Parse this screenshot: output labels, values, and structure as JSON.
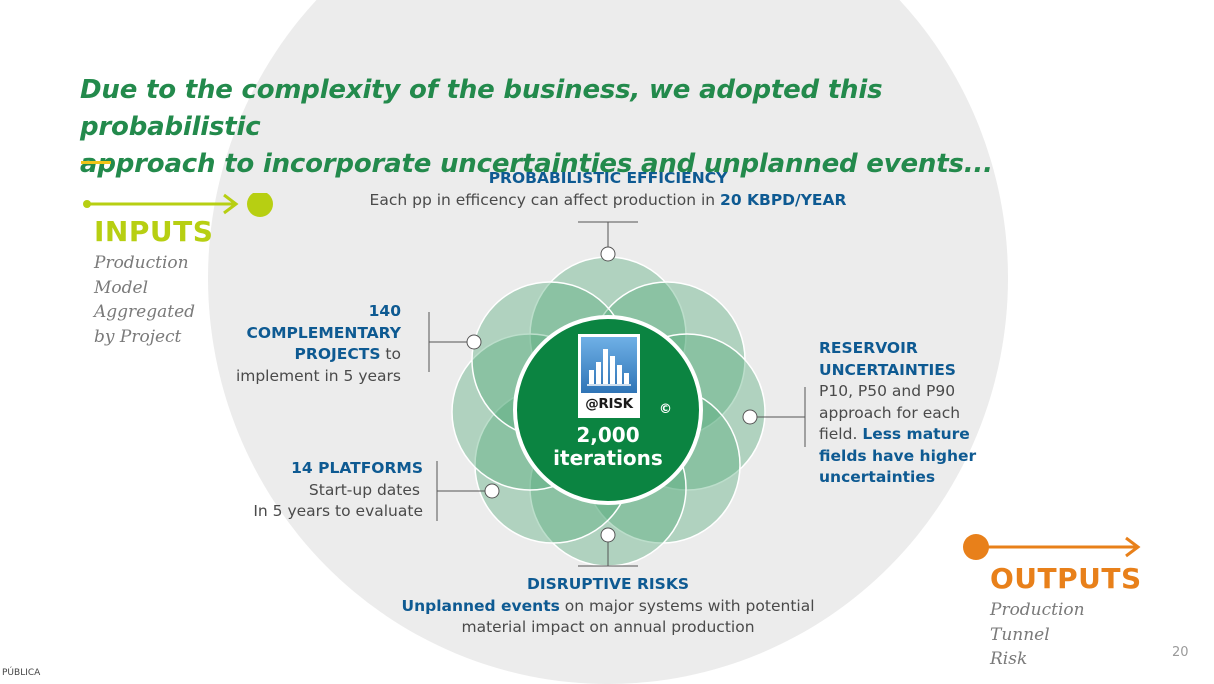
{
  "slide": {
    "title_line1": "Due to the complexity of the business, we adopted this probabilistic",
    "title_line2": "approach to incorporate uncertainties and unplanned events...",
    "page_number": "20",
    "classification": "PÚBLICA"
  },
  "inputs": {
    "heading": "INPUTS",
    "items": [
      "Production",
      "Model",
      "Aggregated",
      "by Project"
    ],
    "color": "#b7cf12"
  },
  "outputs": {
    "heading": "OUTPUTS",
    "items": [
      "Production",
      "Tunnel",
      "Risk"
    ],
    "color": "#e8801a"
  },
  "core": {
    "logo_text": "@RISK",
    "copyright": "©",
    "iterations": "2,000",
    "iterations_label": "iterations",
    "color": "#0b8441"
  },
  "efficiency": {
    "heading": "PROBABILISTIC EFFICIENCY",
    "text": "Each pp in efficency can  affect production in ",
    "highlight": "20 KBPD/YEAR"
  },
  "projects": {
    "line1": "140",
    "line2": "COMPLEMENTARY",
    "line3_bold": "PROJECTS",
    "line3_rest": " to",
    "line4": "implement in 5 years"
  },
  "platforms": {
    "heading": "14 PLATFORMS",
    "line1": "Start-up dates",
    "line2": "In 5 years to evaluate"
  },
  "reservoir": {
    "line1": "RESERVOIR",
    "line2": "UNCERTAINTIES",
    "line3": "P10, P50 and P90",
    "line4": "approach for each",
    "line5_plain": "field. ",
    "line5_bold": "Less mature",
    "line6": "fields have higher",
    "line7": "uncertainties"
  },
  "disruptive": {
    "heading": "DISRUPTIVE RISKS",
    "line1_bold": "Unplanned events",
    "line1_rest": " on major systems with potential",
    "line2": "material impact on annual production"
  }
}
